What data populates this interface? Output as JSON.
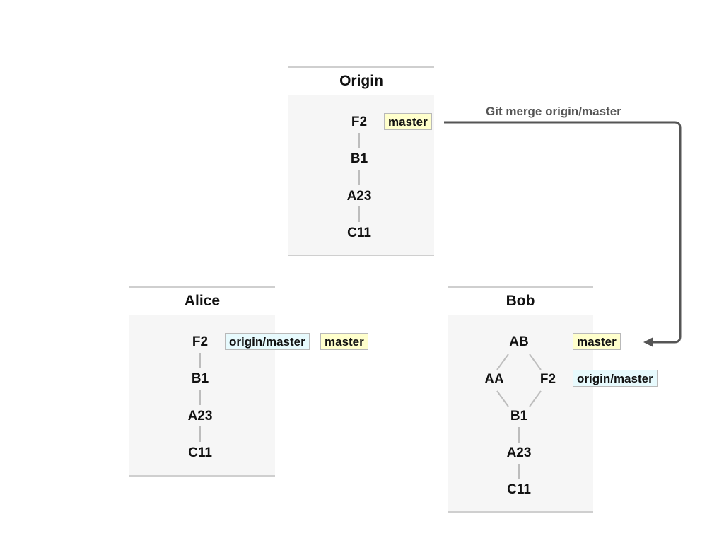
{
  "origin": {
    "title": "Origin",
    "commits": [
      "F2",
      "B1",
      "A23",
      "C11"
    ],
    "branch_label": "master"
  },
  "alice": {
    "title": "Alice",
    "commits": [
      "F2",
      "B1",
      "A23",
      "C11"
    ],
    "remote_label": "origin/master",
    "branch_label": "master"
  },
  "bob": {
    "title": "Bob",
    "commits": {
      "merge": "AB",
      "left": "AA",
      "right": "F2",
      "b1": "B1",
      "a23": "A23",
      "c11": "C11"
    },
    "branch_label": "master",
    "remote_label": "origin/master"
  },
  "arrow": {
    "label": "Git merge origin/master"
  },
  "colors": {
    "branch_tag": "#ffffcc",
    "remote_tag": "#e7fafd",
    "arrow": "#555555",
    "panel": "#f6f6f6"
  }
}
